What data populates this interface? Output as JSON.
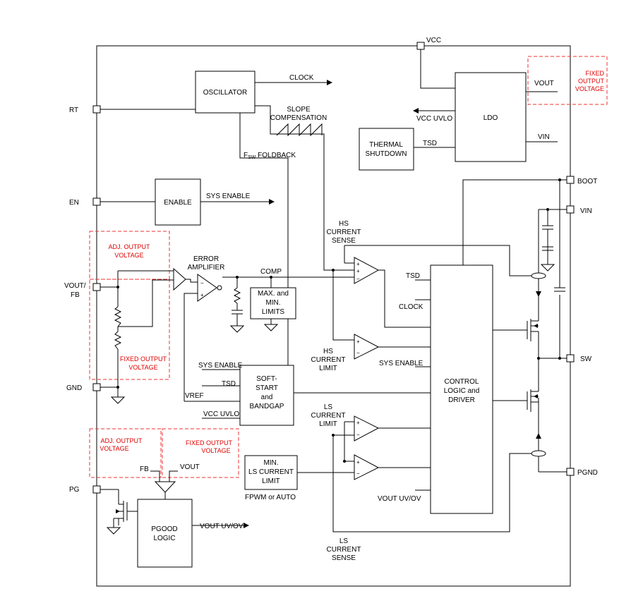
{
  "pins": {
    "vcc": "VCC",
    "rt": "RT",
    "en": "EN",
    "vout_fb_1": "VOUT/",
    "vout_fb_2": "FB",
    "gnd": "GND",
    "pg": "PG",
    "boot": "BOOT",
    "vin": "VIN",
    "sw": "SW",
    "pgnd": "PGND"
  },
  "blocks": {
    "oscillator": "OSCILLATOR",
    "enable": "ENABLE",
    "ldo": "LDO",
    "thermal_1": "THERMAL",
    "thermal_2": "SHUTDOWN",
    "maxmin_1": "MAX. and",
    "maxmin_2": "MIN.",
    "maxmin_3": "LIMITS",
    "softstart_1": "SOFT-",
    "softstart_2": "START",
    "softstart_3": "and",
    "softstart_4": "BANDGAP",
    "control_1": "CONTROL",
    "control_2": "LOGIC and",
    "control_3": "DRIVER",
    "minls_1": "MIN.",
    "minls_2": "LS CURRENT",
    "minls_3": "LIMIT",
    "pgood_1": "PGOOD",
    "pgood_2": "LOGIC"
  },
  "signals": {
    "clock": "CLOCK",
    "slope_1": "SLOPE",
    "slope_2": "COMPENSATION",
    "fsw": "F",
    "fsw_sub": "SW",
    "foldback": " FOLDBACK",
    "sys_enable": "SYS ENABLE",
    "vcc_uvlo": "VCC UVLO",
    "tsd": "TSD",
    "vout": "VOUT",
    "vin": "VIN",
    "error_amp_1": "ERROR",
    "error_amp_2": "AMPLIFIER",
    "comp": "COMP",
    "hs_sense_1": "HS",
    "hs_sense_2": "CURRENT",
    "hs_sense_3": "SENSE",
    "hs_limit_1": "HS",
    "hs_limit_2": "CURRENT",
    "hs_limit_3": "LIMIT",
    "ls_limit_1": "LS",
    "ls_limit_2": "CURRENT",
    "ls_limit_3": "LIMIT",
    "ls_sense_1": "LS",
    "ls_sense_2": "CURRENT",
    "ls_sense_3": "SENSE",
    "vref": "VREF",
    "fpwm": "FPWM or AUTO",
    "vout_uvov": "VOUT UV/OV",
    "fb": "FB",
    "plus": "+",
    "minus": "−"
  },
  "annotations": {
    "fixed_top_1": "FIXED",
    "fixed_top_2": "OUTPUT",
    "fixed_top_3": "VOLTAGE",
    "adj_1": "ADJ. OUTPUT",
    "adj_2": "VOLTAGE",
    "fixed_mid_1": "FIXED OUTPUT",
    "fixed_mid_2": "VOLTAGE",
    "adj_pg_1": "ADJ. OUTPUT",
    "adj_pg_2": "VOLTAGE",
    "fixed_pg_1": "FIXED OUTPUT",
    "fixed_pg_2": "VOLTAGE"
  },
  "colors": {
    "annotation": "#e00000",
    "line": "#000000"
  }
}
